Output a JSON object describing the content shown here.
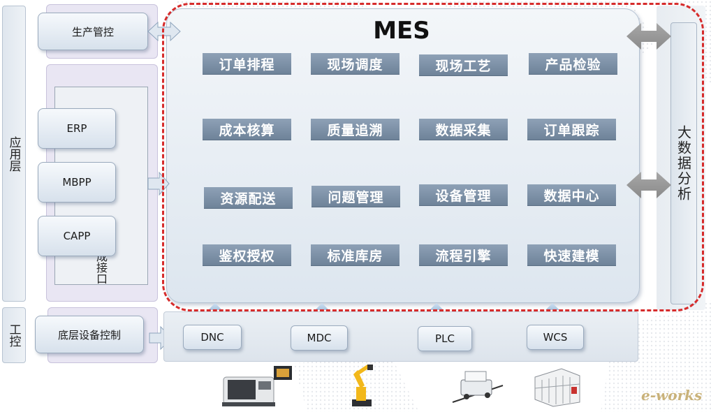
{
  "layers": {
    "application": "应用层",
    "industrial_control": "工控"
  },
  "left_apps": {
    "production_control": "生产管控",
    "integration_interface": "集成接口",
    "systems": [
      "ERP",
      "MBPP",
      "CAPP"
    ],
    "bottom_control": "底层设备控制"
  },
  "mes": {
    "title": "MES",
    "modules": [
      "订单排程",
      "现场调度",
      "现场工艺",
      "产品检验",
      "成本核算",
      "质量追溯",
      "数据采集",
      "订单跟踪",
      "资源配送",
      "问题管理",
      "设备管理",
      "数据中心",
      "鉴权授权",
      "标准库房",
      "流程引擎",
      "快速建模"
    ]
  },
  "big_data": "大数据分析",
  "devices": [
    "DNC",
    "MDC",
    "PLC",
    "WCS"
  ],
  "device_pictures": [
    "cnc-machine",
    "industrial-robot",
    "agv-cart",
    "warehouse-rack"
  ],
  "watermark": "e-works",
  "colors": {
    "dashed_border": "#d62b2b",
    "module_fill": "#7d90a6",
    "panel_lavender": "#e9e6f3"
  }
}
